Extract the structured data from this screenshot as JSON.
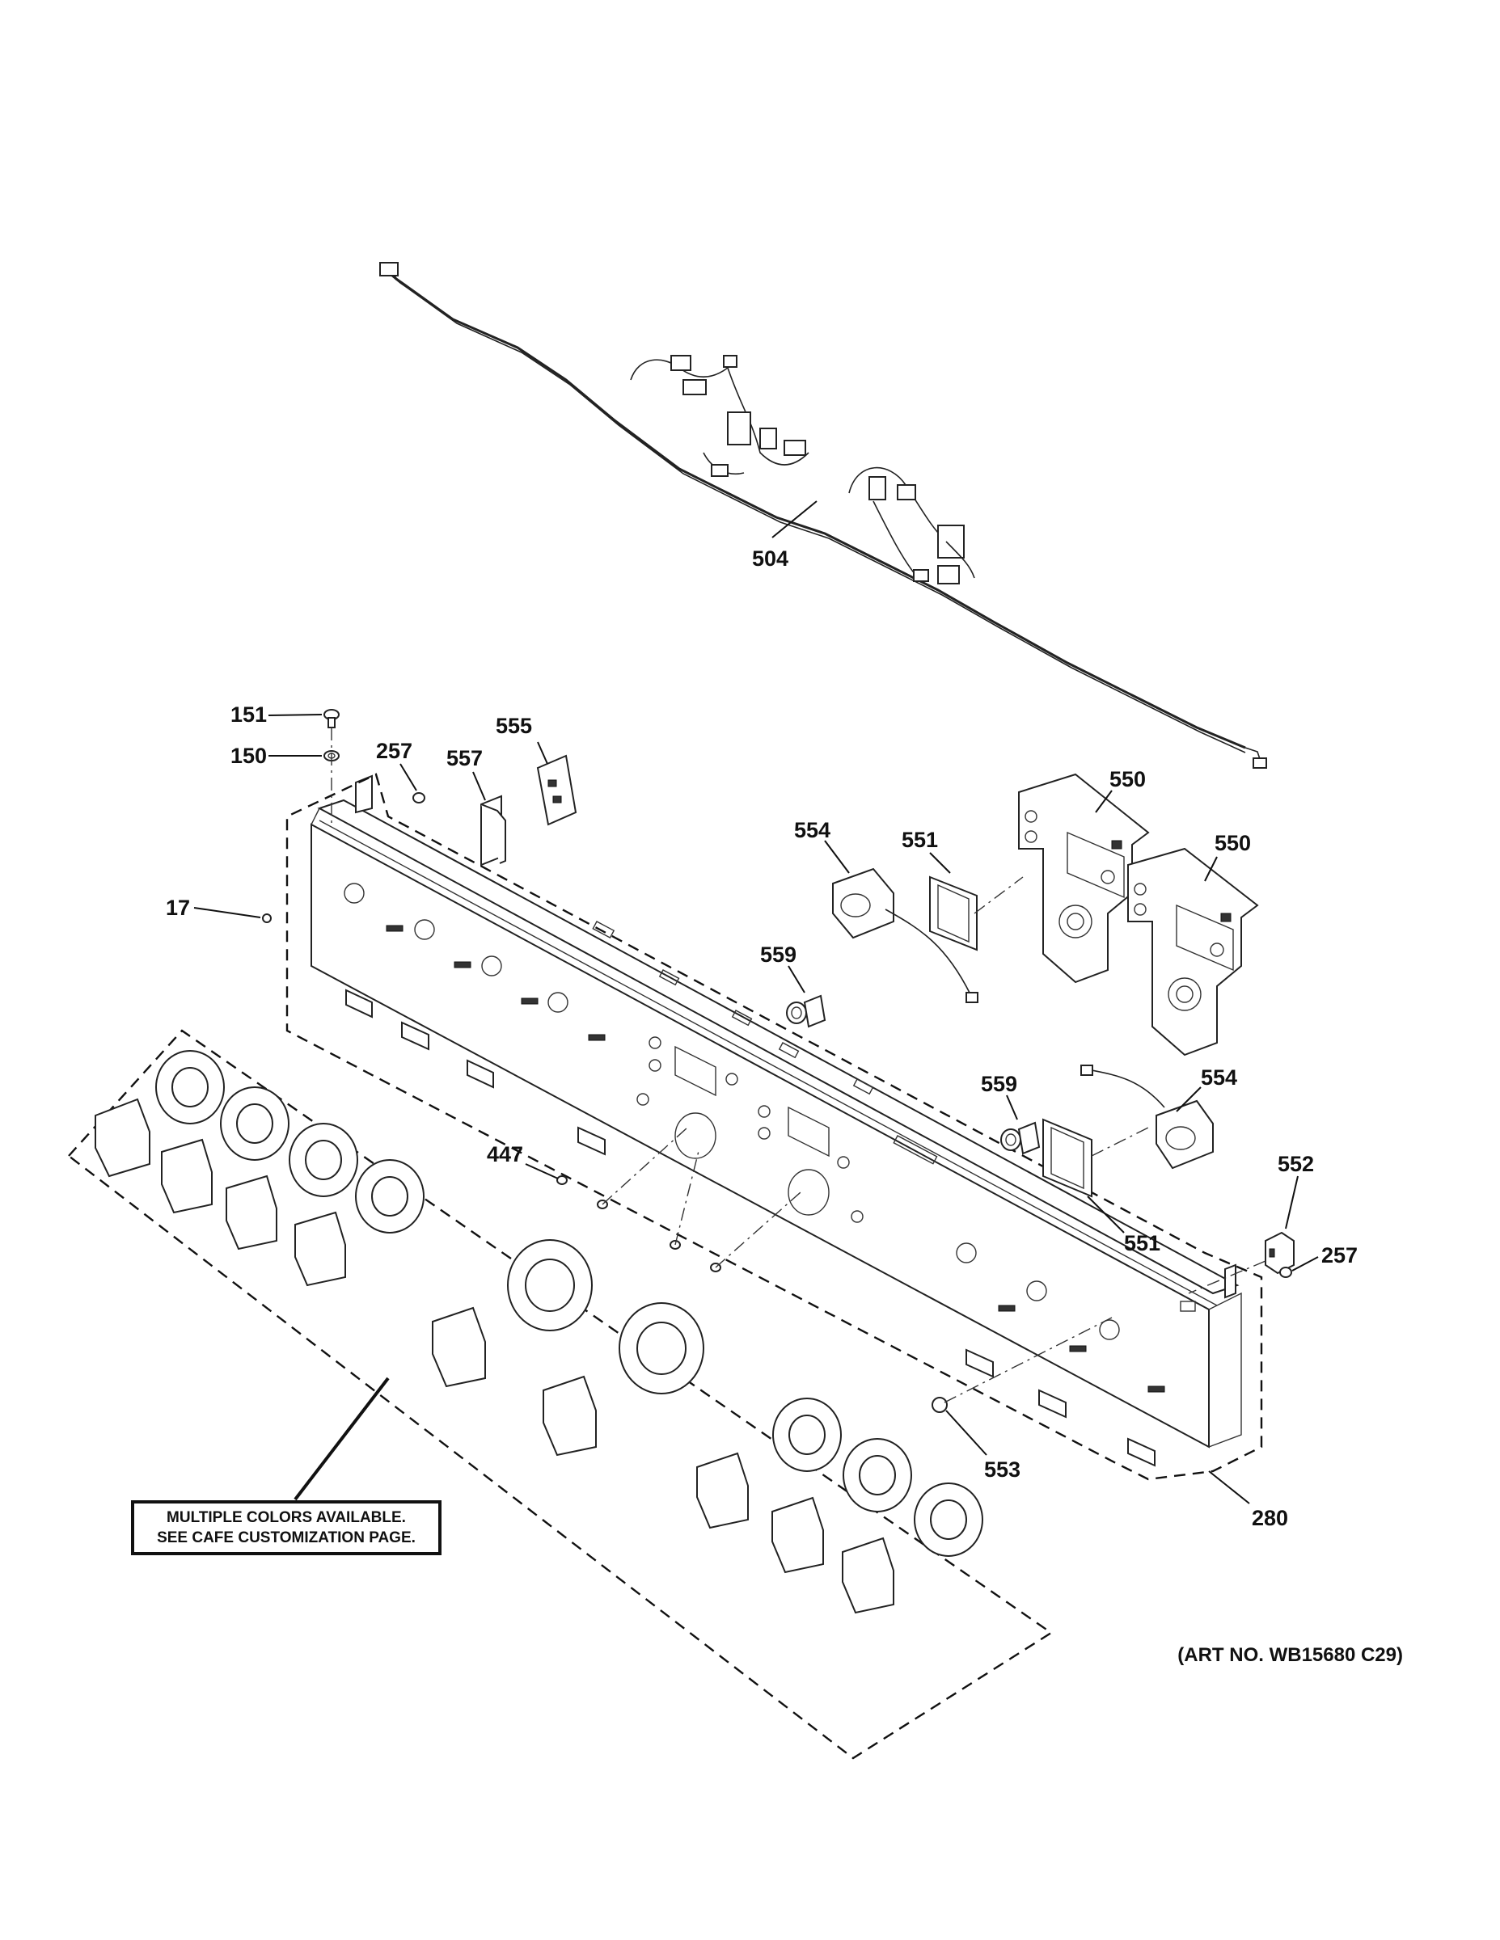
{
  "callouts": {
    "harness": "504",
    "screw_151": "151",
    "washer_150": "150",
    "screw_257_top": "257",
    "bracket_557": "557",
    "board_555": "555",
    "board_550_a": "550",
    "board_550_b": "550",
    "gasket_551_top": "551",
    "gasket_551_bottom": "551",
    "speaker_554_top": "554",
    "speaker_554_bottom": "554",
    "switch_559_top": "559",
    "switch_559_bottom": "559",
    "screw_17": "17",
    "screw_447": "447",
    "switch_552": "552",
    "screw_257_right": "257",
    "light_553": "553",
    "panel_280": "280"
  },
  "note": {
    "line1": "MULTIPLE COLORS AVAILABLE.",
    "line2": "SEE CAFE CUSTOMIZATION PAGE."
  },
  "art_number": "(ART NO. WB15680 C29)"
}
